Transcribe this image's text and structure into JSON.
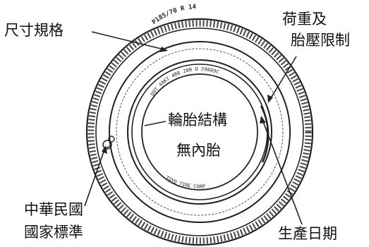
{
  "callouts": {
    "size": "尺寸規格",
    "load_line1": "荷重及",
    "load_line2": "胎壓限制",
    "standard_line1": "中華民國",
    "standard_line2": "國家標準",
    "date": "生產日期"
  },
  "center_text": {
    "structure": "輪胎結構",
    "tubeless": "無內胎"
  },
  "sidewall": {
    "size_code": "P185/70 R 14",
    "tire_data": "DOT 4AKT 4B8 280 O 29089C",
    "load_text": "TOYO TIRE CORP",
    "standard_mark": "CNS"
  }
}
